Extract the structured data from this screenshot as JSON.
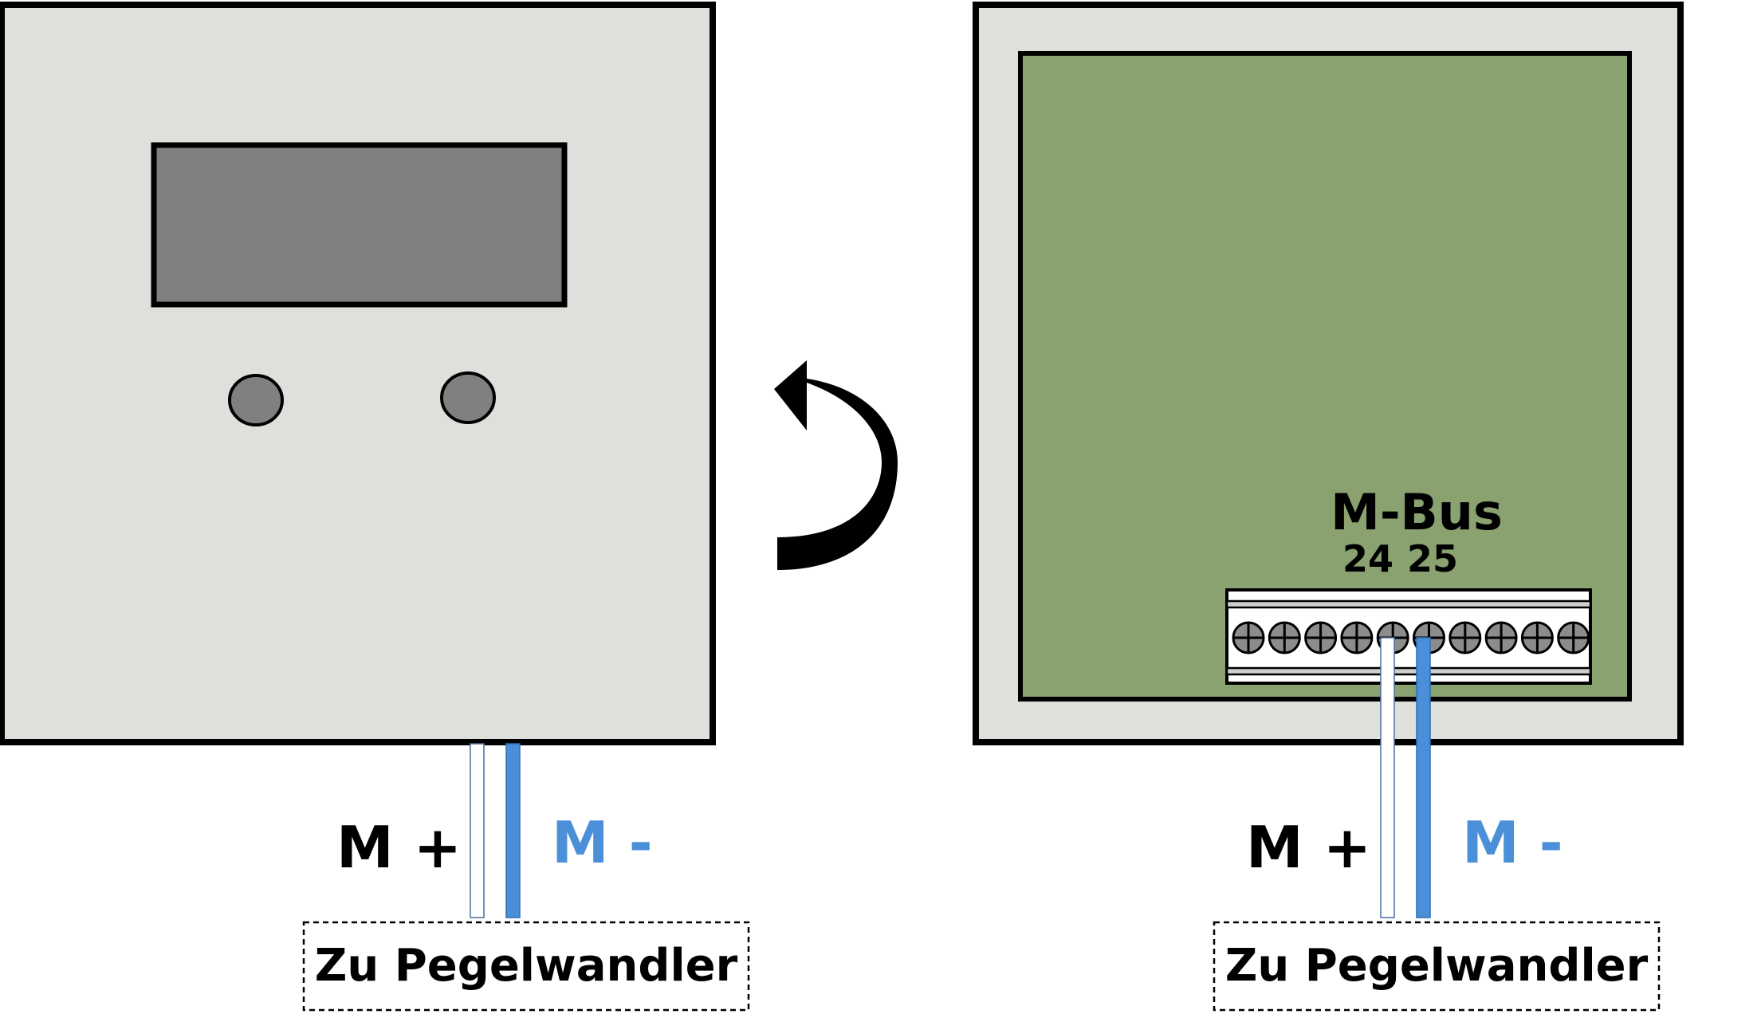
{
  "colors": {
    "housing": "#dfdfdb",
    "outline": "#000000",
    "display": "#808080",
    "button": "#808080",
    "pcb": "#8aa26f",
    "terminal_block": "#ffffff",
    "screw": "#8c8c8c",
    "wire_plus": "#ffffff",
    "wire_minus": "#4a8fd8",
    "text_dark": "#000000",
    "text_blue": "#4a8fd8"
  },
  "front_view": {
    "display_icon": "lcd-display",
    "buttons": [
      "button-left",
      "button-right"
    ],
    "wire_plus_label": "M +",
    "wire_minus_label": "M -",
    "target_label": "Zu Pegelwandler"
  },
  "rotate_arrow_icon": "rotate-arrow",
  "back_view": {
    "bus_label": "M-Bus",
    "terminal_numbers": [
      "24",
      "25"
    ],
    "terminal_count": 10,
    "wire_plus_label": "M +",
    "wire_minus_label": "M -",
    "target_label": "Zu Pegelwandler"
  }
}
